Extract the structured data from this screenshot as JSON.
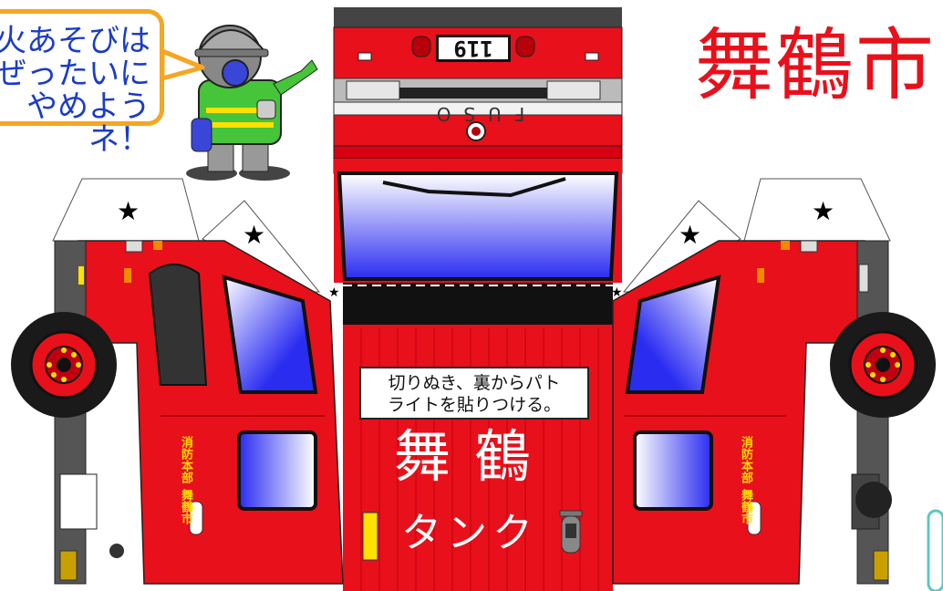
{
  "speech_bubble": {
    "lines": [
      "火あそびは",
      "ぜったいに",
      "やめようネ！"
    ]
  },
  "city_title": "舞鶴市",
  "front": {
    "plate_number": "119",
    "brand": "FUSO"
  },
  "instruction": {
    "lines": [
      "切りぬき、裏からパト",
      "ライトを貼りつける。"
    ]
  },
  "side_name": "舞鶴",
  "vehicle_type": "タンク",
  "left_door": {
    "lines": [
      "舞鶴市",
      "消防本部"
    ]
  },
  "right_door": {
    "lines": [
      "舞鶴市",
      "消防本部"
    ]
  },
  "colors": {
    "truck_red": "#e8101a",
    "dark_red": "#b8000a",
    "window_blue": "#2a2cf0",
    "bubble_border": "#f5a623",
    "bubble_text": "#1a3cc8",
    "lettering_yellow": "#ffe000",
    "tire_black": "#1a1a1a",
    "body_gray": "#555555"
  },
  "icons": [
    "star-icon",
    "firefighter-mascot-icon",
    "wheel-icon",
    "siren-icon",
    "emblem-icon"
  ]
}
